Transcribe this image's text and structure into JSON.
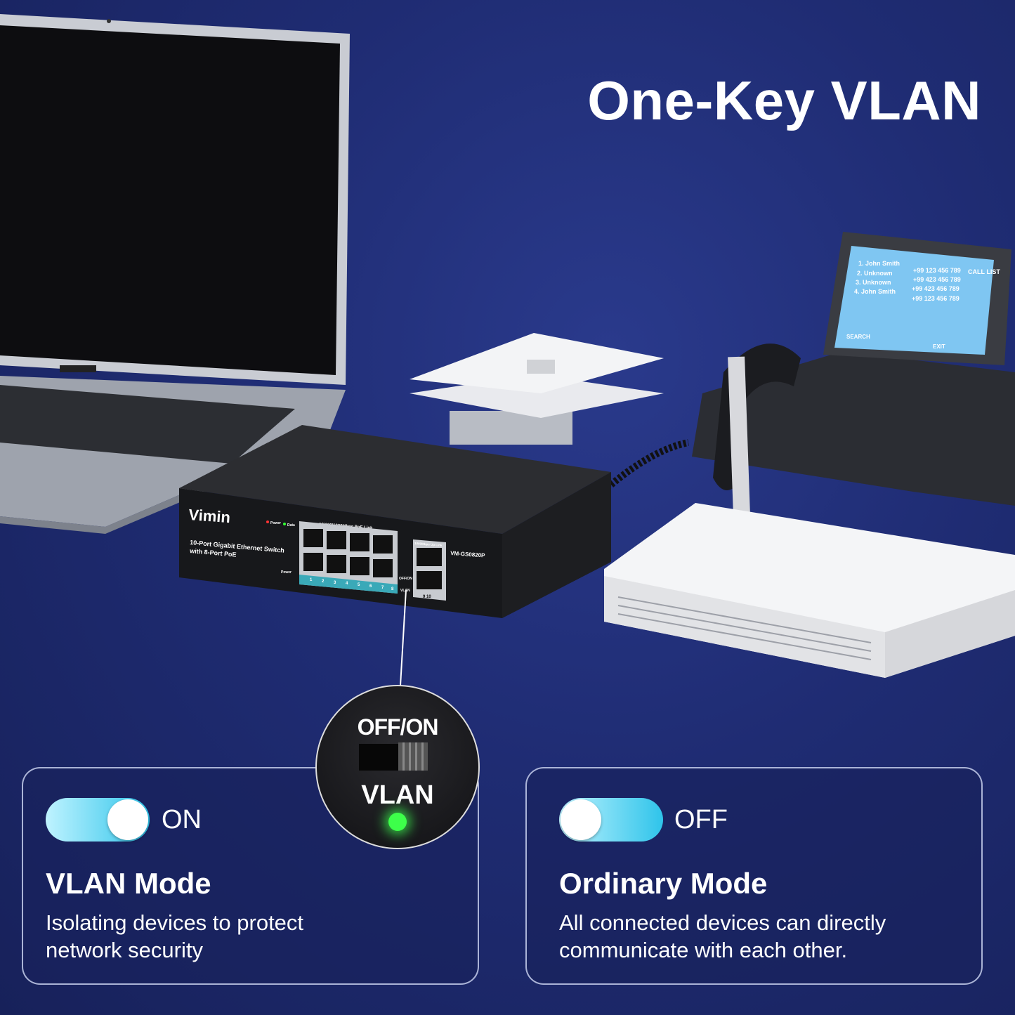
{
  "title": "One-Key VLAN",
  "switch": {
    "brand": "Vimin",
    "description_line1": "10-Port Gigabit Ethernet Switch",
    "description_line2": "with 8-Port PoE",
    "model": "VM-GS0820P",
    "poe_link_label": "10/100/1000Mbps PoE Link",
    "uplink_label": "1000Mbps Up Link",
    "led_power": "Power",
    "led_data": "Data",
    "power_label": "Power",
    "vlan_switch_label": "OFF/ON",
    "vlan_label": "VLAN",
    "port_numbers": [
      "1",
      "2",
      "3",
      "4",
      "5",
      "6",
      "7",
      "8"
    ],
    "uplink_ports": "9 10"
  },
  "phone_screen": {
    "entries": [
      {
        "name": "1. John Smith",
        "number": "+99 123 456 789"
      },
      {
        "name": "2. Unknown",
        "number": "+99 423 456 789"
      },
      {
        "name": "3. Unknown",
        "number": "+99 423 456 789"
      },
      {
        "name": "4. John Smith",
        "number": "+99 123 456 789"
      }
    ],
    "header": "CALL LIST",
    "search": "SEARCH",
    "exit": "EXIT"
  },
  "callout": {
    "switch_label": "OFF/ON",
    "vlan_label": "VLAN",
    "led_color": "#3dff4a"
  },
  "cards": [
    {
      "state": "ON",
      "toggle_on": true,
      "mode": "VLAN Mode",
      "description": "Isolating devices to protect network security"
    },
    {
      "state": "OFF",
      "toggle_on": false,
      "mode": "Ordinary Mode",
      "description": "All connected devices can directly communicate with each other."
    }
  ],
  "colors": {
    "background": "#1f2c73",
    "toggle": "#2fc4ea",
    "led_green": "#3dff4a"
  }
}
